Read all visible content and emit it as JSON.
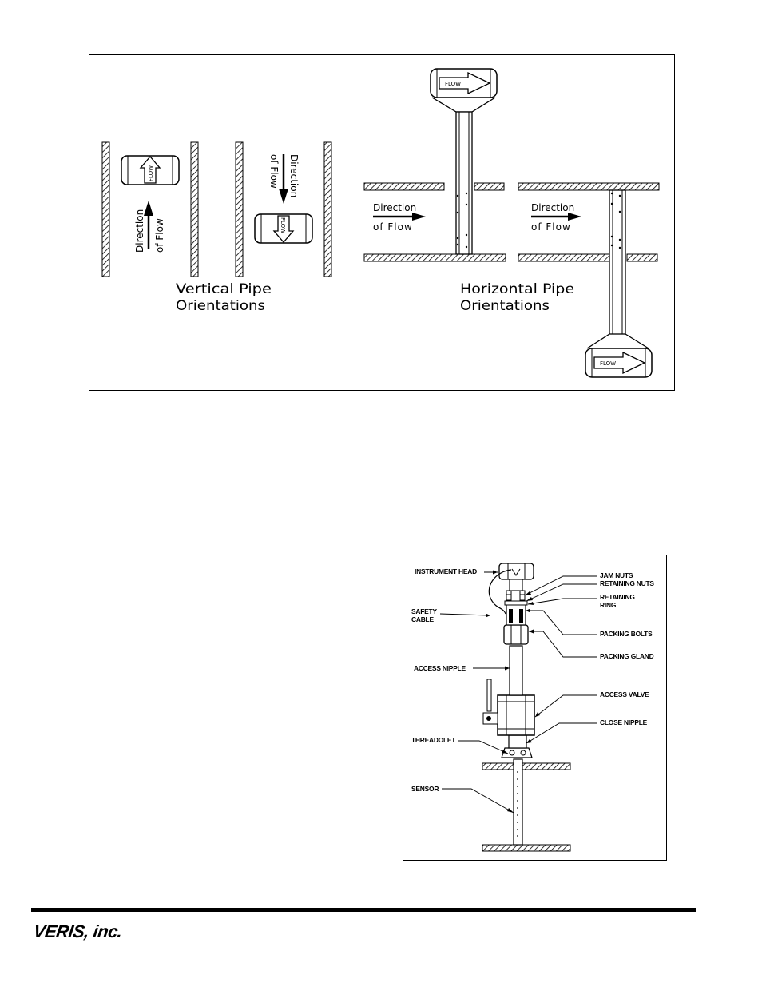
{
  "figure_top": {
    "flow_label": "FLOW",
    "direction_line1": "Direction",
    "direction_line2": "of Flow",
    "vertical_caption": [
      "Vertical Pipe",
      "Orientations"
    ],
    "horizontal_caption": [
      "Horizontal Pipe",
      "Orientations"
    ]
  },
  "figure_install": {
    "labels": {
      "instrument_head": "INSTRUMENT HEAD",
      "jam_nuts": "JAM NUTS",
      "retaining_nuts": "RETAINING NUTS",
      "retaining_ring": [
        "RETAINING",
        "RING"
      ],
      "safety_cable": [
        "SAFETY",
        "CABLE"
      ],
      "packing_bolts": "PACKING BOLTS",
      "packing_gland": "PACKING GLAND",
      "access_nipple": "ACCESS NIPPLE",
      "access_valve": "ACCESS VALVE",
      "close_nipple": "CLOSE NIPPLE",
      "threadolet": "THREADOLET",
      "sensor": "SENSOR"
    }
  },
  "footer": {
    "brand": "VERIS, inc."
  }
}
